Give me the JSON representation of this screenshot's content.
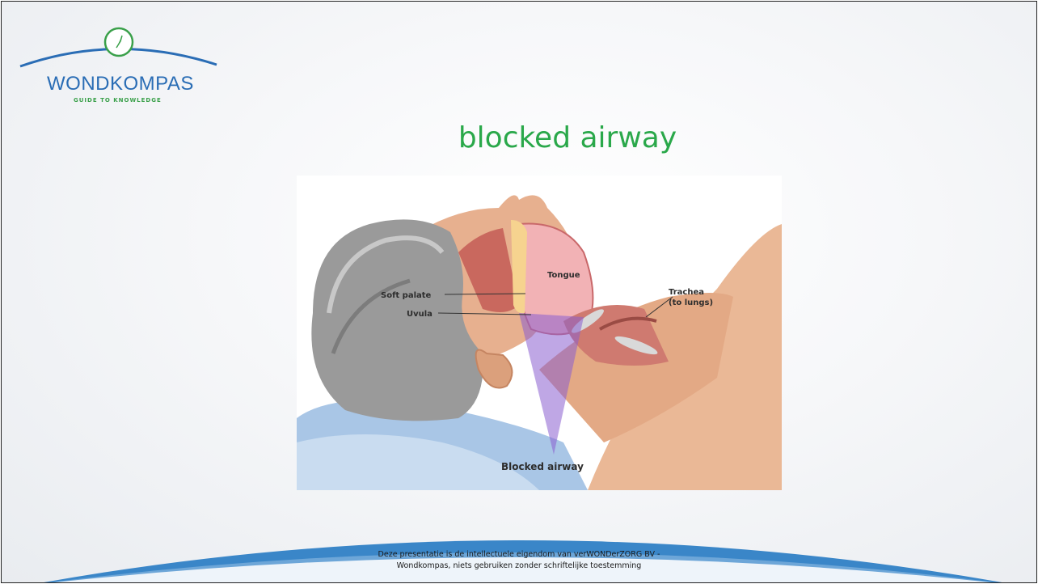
{
  "logo": {
    "name": "WONDKOMPAS",
    "tagline": "GUIDE TO KNOWLEDGE",
    "icon": "compass-icon",
    "colors": {
      "blue": "#2a6db5",
      "green": "#3aa04a"
    }
  },
  "slide": {
    "title": "blocked airway",
    "title_color": "#2aa84a"
  },
  "figure": {
    "labels": {
      "tongue": "Tongue",
      "soft_palate": "Soft palate",
      "uvula": "Uvula",
      "trachea_line1": "Trachea",
      "trachea_line2": "(to lungs)",
      "blocked": "Blocked airway"
    }
  },
  "footer": {
    "line1": "Deze presentatie is de intellectuele eigendom van verWONDerZORG BV -",
    "line2": "Wondkompas, niets gebruiken zonder schriftelijke toestemming",
    "wave_color": "#3a86c8"
  }
}
